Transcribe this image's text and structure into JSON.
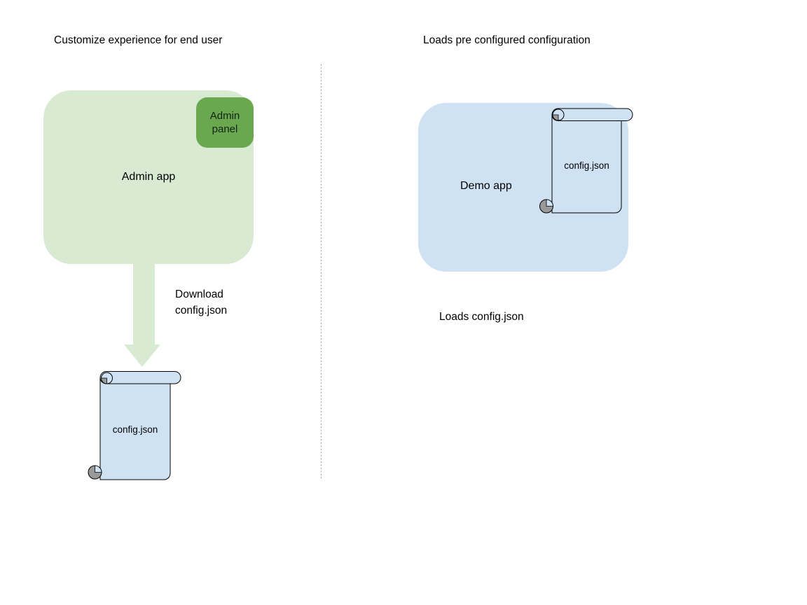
{
  "left_section": {
    "title": "Customize experience for end user",
    "app_label": "Admin app",
    "panel_label": "Admin panel",
    "arrow_lines": {
      "0": "Download",
      "1": "config.json"
    },
    "file_label": "config.json"
  },
  "right_section": {
    "title": "Loads pre configured configuration",
    "app_label": "Demo app",
    "file_label": "config.json",
    "caption": "Loads config.json"
  },
  "colors": {
    "app_green_light": "#d9ead3",
    "panel_green": "#6aa84f",
    "file_blue": "#cfe2f3",
    "demo_blue": "#cfe2f3",
    "outline": "#000000",
    "curl_gray": "#999999",
    "divider_gray": "#8a8a8a",
    "text": "#000000"
  }
}
